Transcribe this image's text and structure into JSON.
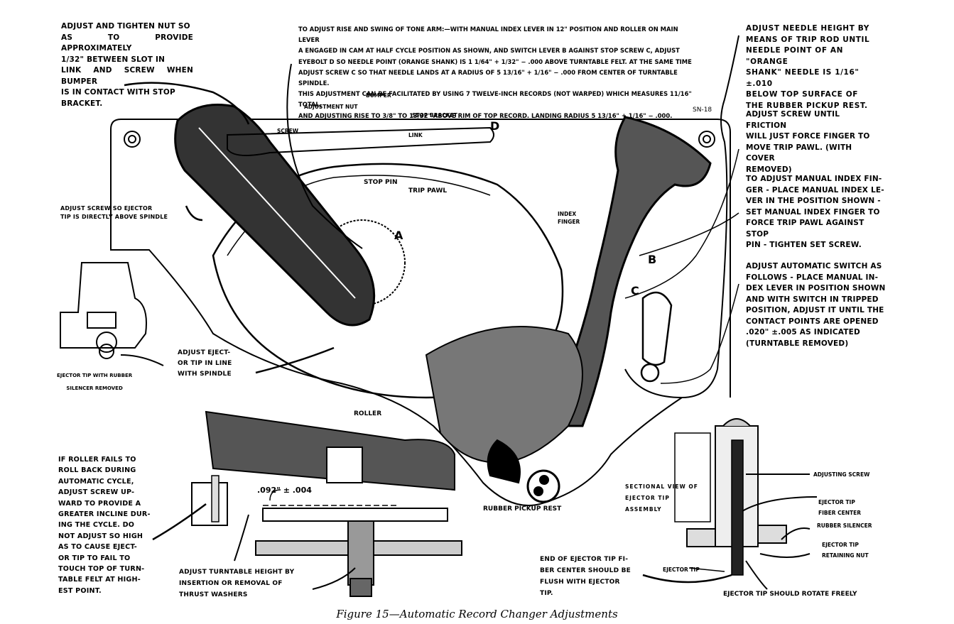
{
  "figure": {
    "caption": "Figure 15—Automatic Record Changer Adjustments",
    "model_label": "SN-18"
  },
  "notes": {
    "nut_slot": "ADJUST AND TIGHTEN NUT SO\nAS TO PROVIDE APPROXIMATELY\n1/32\"  BETWEEN SLOT IN\nLINK AND SCREW WHEN BUMPER\nIS IN CONTACT WITH STOP\nBRACKET.",
    "tone_arm": "TO ADJUST RISE AND SWING OF TONE ARM:—WITH MANUAL INDEX LEVER IN 12\" POSITION AND ROLLER ON MAIN LEVER\nA ENGAGED IN CAM AT HALF CYCLE POSITION AS SHOWN, AND SWITCH LEVER B AGAINST STOP SCREW C, ADJUST\nEYEBOLT D SO NEEDLE POINT (ORANGE SHANK) IS 1 1/64\" + 1/32\" − .000 ABOVE TURNTABLE FELT. AT THE SAME TIME\nADJUST SCREW C SO THAT NEEDLE LANDS AT A RADIUS OF 5 13/16\" + 1/16\" − .000 FROM CENTER OF TURNTABLE SPINDLE.\nTHIS ADJUSTMENT CAN BE FACILITATED BY USING 7 TWELVE-INCH RECORDS (NOT WARPED) WHICH MEASURES 11/16\" TOTAL,\nAND ADJUSTING RISE TO 3/8\" TO 13/32\" ABOVE RIM OF TOP RECORD. LANDING RADIUS 5 13/16\" + 1/16\" − .000.",
    "needle_height": "ADJUST NEEDLE HEIGHT BY\nMEANS OF TRIP ROD UNTIL\nNEEDLE POINT OF AN \"ORANGE\nSHANK\" NEEDLE IS 1/16\" ±.010\nBELOW TOP SURFACE OF\nTHE RUBBER PICKUP REST.",
    "friction": "ADJUST SCREW UNTIL FRICTION\nWILL JUST FORCE FINGER TO\nMOVE TRIP PAWL. (WITH COVER\nREMOVED)",
    "index_finger": "TO ADJUST MANUAL INDEX FIN-\nGER - PLACE MANUAL INDEX LE-\nVER IN THE POSITION SHOWN -\nSET MANUAL INDEX FINGER TO\nFORCE TRIP PAWL AGAINST STOP\nPIN - TIGHTEN SET SCREW.",
    "auto_switch": "ADJUST AUTOMATIC SWITCH AS\nFOLLOWS - PLACE MANUAL IN-\nDEX LEVER IN POSITION SHOWN\nAND WITH SWITCH IN TRIPPED\nPOSITION, ADJUST IT UNTIL THE\nCONTACT POINTS ARE OPENED\n.020\" ±.005  AS INDICATED\n(TURNTABLE REMOVED)",
    "ejector_above": "ADJUST SCREW SO EJECTOR\nTIP IS DIRECTLY ABOVE SPINDLE",
    "ejector_inline": "ADJUST EJECT-\nOR TIP IN LINE\nWITH SPINDLE",
    "ejector_caption": "EJECTOR TIP WITH RUBBER\nSILENCER REMOVED",
    "roller": "IF ROLLER FAILS TO\nROLL BACK DURING\nAUTOMATIC CYCLE,\nADJUST SCREW UP-\nWARD TO PROVIDE A\nGREATER INCLINE DUR-\nING THE CYCLE. DO\nNOT ADJUST SO HIGH\nAS TO CAUSE EJECT-\nOR TIP TO FAIL TO\nTOUCH TOP OF TURN-\nTABLE FELT AT HIGH-\nEST POINT.",
    "turntable_height": "ADJUST TURNTABLE HEIGHT BY\nINSERTION OR REMOVAL OF\nTHRUST WASHERS",
    "fiber_center": "END OF EJECTOR TIP FI-\nBER CENTER SHOULD BE\nFLUSH WITH EJECTOR\nTIP.",
    "sectional": "SECTIONAL VIEW OF\nEJECTOR TIP\nASSEMBLY",
    "rotate": "EJECTOR TIP SHOULD ROTATE FREELY"
  },
  "labels": {
    "bumper": "BUMPER",
    "adjustment_nut": "ADJUSTMENT NUT",
    "stop_bracket": "STOP BRACKET",
    "screw": "SCREW",
    "link": "LINK",
    "stop_pin": "STOP PIN",
    "trip_pawl": "TRIP PAWL",
    "index_finger": "INDEX\nFINGER",
    "roller": "ROLLER",
    "clearance": ".092\" ± .004",
    "rubber_pickup_rest": "RUBBER PICKUP REST",
    "adjusting_screw": "ADJUSTING SCREW",
    "fiber_center": "EJECTOR TIP\nFIBER CENTER",
    "rubber_silencer": "RUBBER SILENCER",
    "retaining_nut": "EJECTOR TIP\nRETAINING NUT",
    "ejector_tip": "EJECTOR TIP"
  },
  "letters": {
    "a": "A",
    "b": "B",
    "c": "C",
    "d": "D"
  }
}
